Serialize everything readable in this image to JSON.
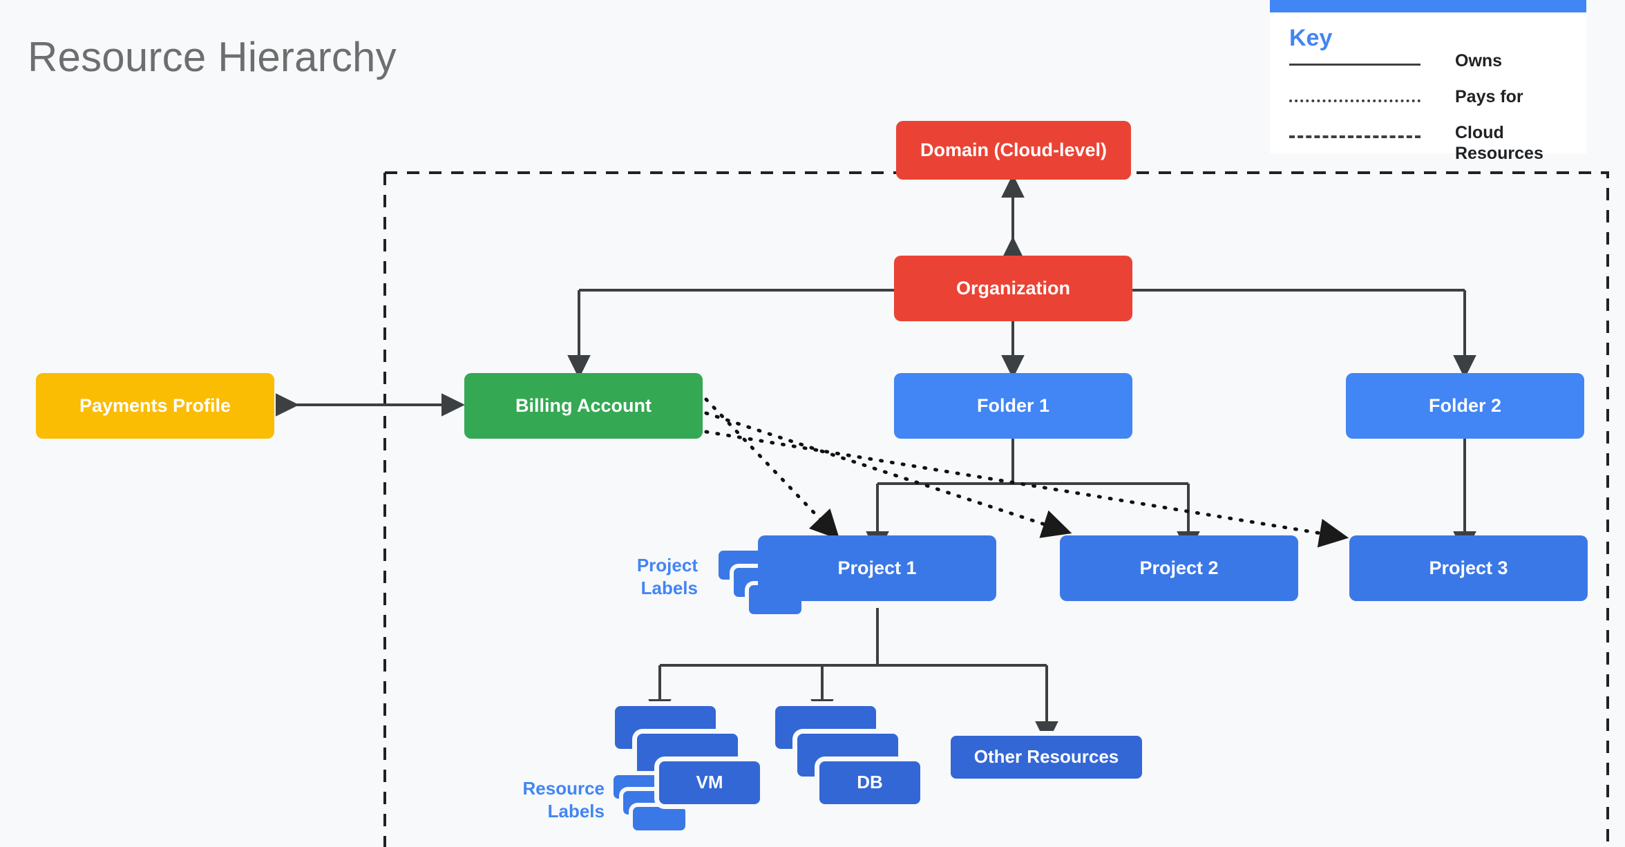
{
  "page": {
    "title": "Resource Hierarchy",
    "background_color": "#F7F9FA",
    "title_color": "#6E6E6E"
  },
  "key": {
    "heading": "Key",
    "accent_color": "#4285F4",
    "rows": [
      {
        "style": "solid",
        "label": "Owns"
      },
      {
        "style": "dotted",
        "label": "Pays for"
      },
      {
        "style": "dashed",
        "label": "Cloud Resources"
      }
    ]
  },
  "captions": {
    "project_labels": "Project\nLabels",
    "resource_labels": "Resource\nLabels",
    "project_labels_line1": "Project",
    "project_labels_line2": "Labels",
    "resource_labels_line1": "Resource",
    "resource_labels_line2": "Labels"
  },
  "nodes": {
    "domain": {
      "label": "Domain (Cloud-level)",
      "color": "#EA4335"
    },
    "organization": {
      "label": "Organization",
      "color": "#EA4335"
    },
    "payments_profile": {
      "label": "Payments Profile",
      "color": "#FBBC04"
    },
    "billing_account": {
      "label": "Billing Account",
      "color": "#34A853"
    },
    "folder1": {
      "label": "Folder 1",
      "color": "#4285F4"
    },
    "folder2": {
      "label": "Folder 2",
      "color": "#4285F4"
    },
    "project1": {
      "label": "Project 1",
      "color": "#3B78E7"
    },
    "project2": {
      "label": "Project 2",
      "color": "#3B78E7"
    },
    "project3": {
      "label": "Project 3",
      "color": "#3B78E7"
    },
    "vm": {
      "label": "VM",
      "color": "#3367D6"
    },
    "db": {
      "label": "DB",
      "color": "#3367D6"
    },
    "other_resources": {
      "label": "Other Resources",
      "color": "#3367D6"
    }
  },
  "edges": {
    "owns": [
      {
        "from": "organization",
        "to": "domain",
        "type": "bidirectional"
      },
      {
        "from": "payments_profile",
        "to": "billing_account",
        "type": "bidirectional"
      },
      {
        "from": "organization",
        "to": "billing_account",
        "type": "arrow"
      },
      {
        "from": "organization",
        "to": "folder1",
        "type": "arrow"
      },
      {
        "from": "organization",
        "to": "folder2",
        "type": "arrow"
      },
      {
        "from": "folder1",
        "to": "project1",
        "type": "arrow"
      },
      {
        "from": "folder1",
        "to": "project2",
        "type": "arrow"
      },
      {
        "from": "folder2",
        "to": "project3",
        "type": "arrow"
      },
      {
        "from": "project1",
        "to": "vm",
        "type": "arrow"
      },
      {
        "from": "project1",
        "to": "db",
        "type": "arrow"
      },
      {
        "from": "project1",
        "to": "other_resources",
        "type": "arrow"
      }
    ],
    "pays_for": [
      {
        "from": "billing_account",
        "to": "project1"
      },
      {
        "from": "billing_account",
        "to": "project2"
      },
      {
        "from": "billing_account",
        "to": "project3"
      }
    ],
    "cloud_resources_boundary": {
      "type": "dashed-rectangle"
    }
  }
}
